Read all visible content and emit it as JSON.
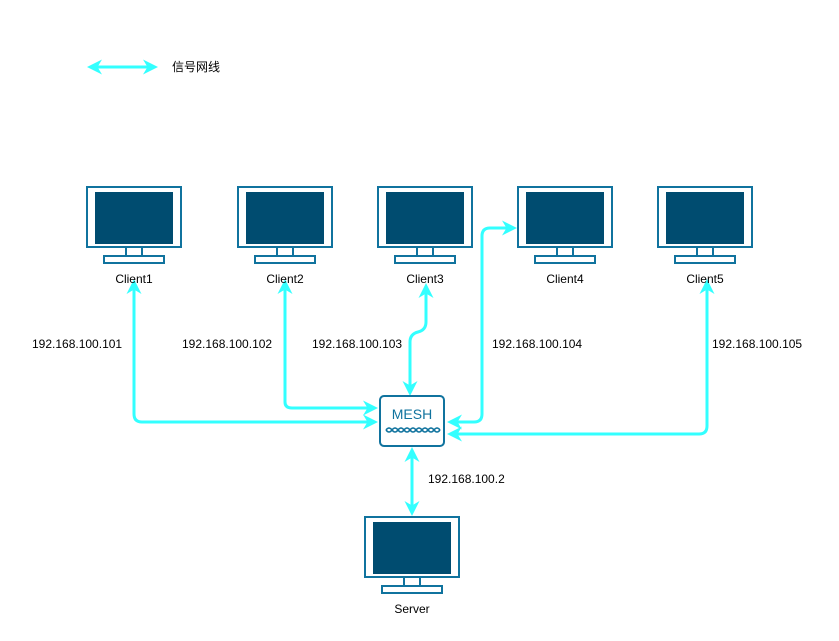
{
  "legend": {
    "label": "信号网线",
    "color": "#33FFFF"
  },
  "colors": {
    "link": "#33FFFF",
    "monitor_frame": "#10739E",
    "monitor_screen": "#004C70",
    "monitor_bg": "#FFFFFF"
  },
  "hub": {
    "label": "MESH",
    "ip": "192.168.100.2"
  },
  "clients": [
    {
      "name": "Client1",
      "ip": "192.168.100.101"
    },
    {
      "name": "Client2",
      "ip": "192.168.100.102"
    },
    {
      "name": "Client3",
      "ip": "192.168.100.103"
    },
    {
      "name": "Client4",
      "ip": "192.168.100.104"
    },
    {
      "name": "Client5",
      "ip": "192.168.100.105"
    }
  ],
  "server": {
    "name": "Server"
  }
}
